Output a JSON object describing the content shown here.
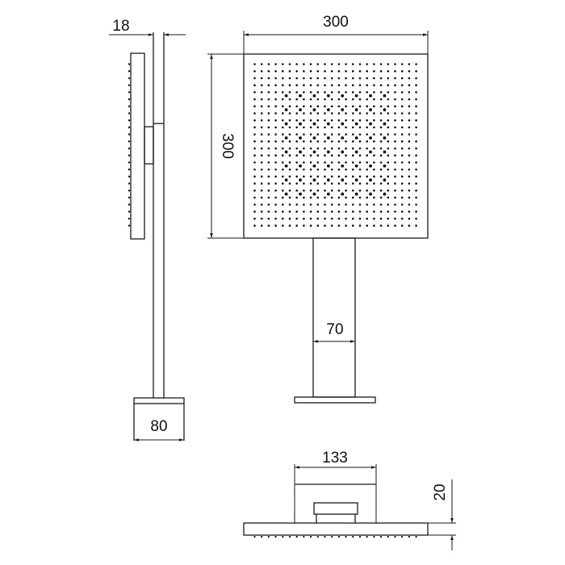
{
  "dimensions": {
    "side_depth": "18",
    "width": "300",
    "height": "300",
    "arm_width": "70",
    "base_width": "80",
    "top_fitting_width": "133",
    "top_thickness": "20"
  },
  "colors": {
    "line": "#1a1a1a",
    "background": "#ffffff"
  }
}
